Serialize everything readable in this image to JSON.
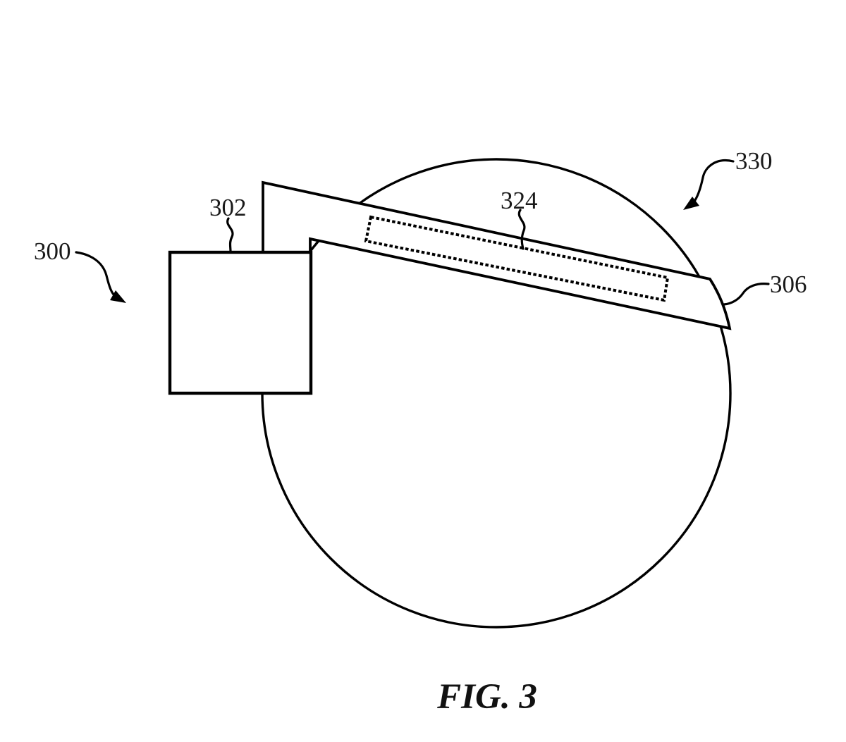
{
  "figure": {
    "caption": "FIG. 3",
    "labels": {
      "n300": "300",
      "n302": "302",
      "n324": "324",
      "n306": "306",
      "n330": "330"
    },
    "colors": {
      "ink": "#000000",
      "paper": "#ffffff"
    }
  }
}
